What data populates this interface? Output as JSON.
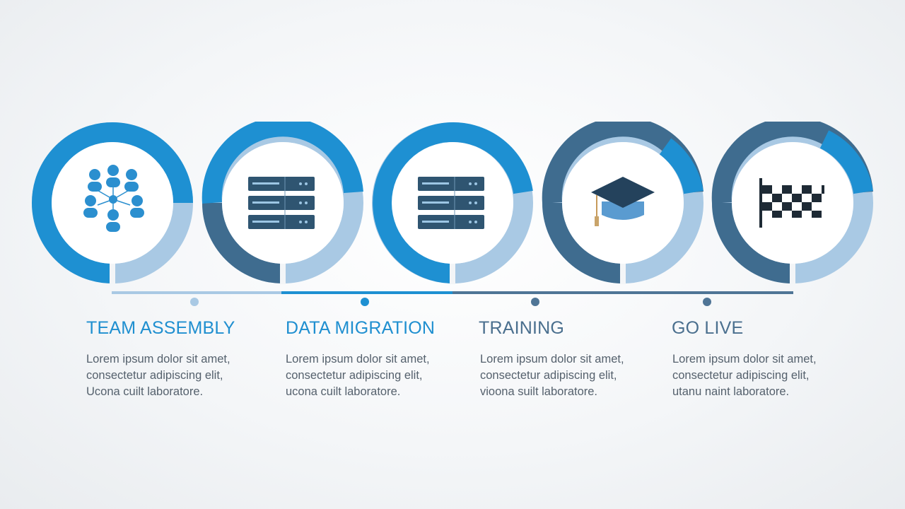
{
  "colors": {
    "bright_blue": "#1e90d2",
    "steel_blue": "#3f6c8f",
    "pale_blue": "#a9c9e4",
    "title_bright": "#1f8fd0",
    "title_steel": "#4a6f8e"
  },
  "steps": [
    {
      "title": "TEAM ASSEMBLY",
      "icon": "team-network-icon",
      "desc": [
        "Lorem ipsum dolor sit amet,",
        "consectetur adipiscing elit,",
        "Ucona cuilt laboratore."
      ]
    },
    {
      "title": "DATA MIGRATION",
      "icon": "server-stack-icon",
      "desc": [
        "Lorem ipsum dolor sit amet,",
        "consectetur adipiscing elit,",
        "ucona cuilt laboratore."
      ]
    },
    {
      "title": "TRAINING",
      "icon": "graduation-cap-icon",
      "desc": [
        "Lorem ipsum dolor sit amet,",
        "consectetur adipiscing elit,",
        "vioona suilt laboratore."
      ]
    },
    {
      "title": "GO LIVE",
      "icon": "checkered-flag-icon",
      "desc": [
        "Lorem ipsum dolor sit amet,",
        "consectetur adipiscing elit,",
        "utanu naint laboratore."
      ]
    }
  ]
}
